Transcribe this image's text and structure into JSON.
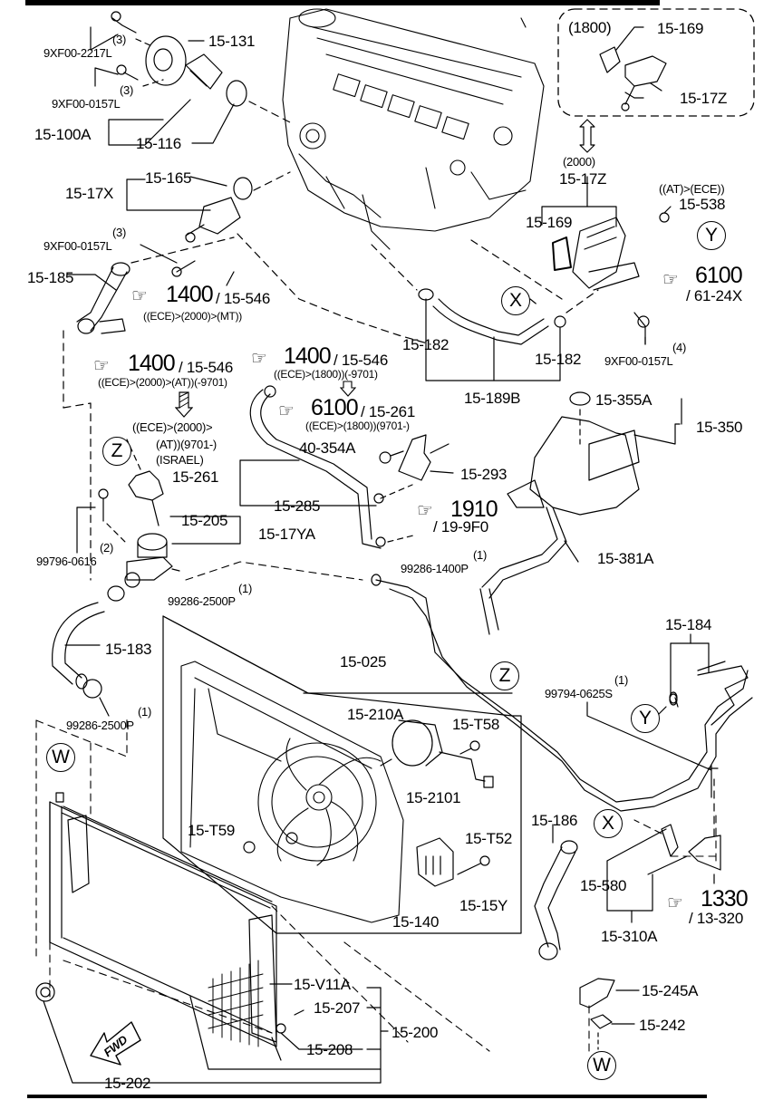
{
  "diagram": {
    "title": "Cooling System Parts Diagram",
    "part_labels": {
      "p9xf00_2217l": "9XF00-2217L",
      "p9xf00_2217l_qty": "(3)",
      "p9xf00_0157l_a": "9XF00-0157L",
      "p9xf00_0157l_a_qty": "(3)",
      "p15_131": "15-131",
      "p15_100a": "15-100A",
      "p15_116": "15-116",
      "p15_17x": "15-17X",
      "p15_165": "15-165",
      "p9xf00_0157l_b": "9XF00-0157L",
      "p9xf00_0157l_b_qty": "(3)",
      "p15_185": "15-185",
      "p1800": "(1800)",
      "p15_169_a": "15-169",
      "p15_17z_a": "15-17Z",
      "p2000": "(2000)",
      "p15_17z_b": "15-17Z",
      "p15_169_b": "15-169",
      "p_at_ece": "((AT)>(ECE))",
      "p15_538": "15-538",
      "p15_182_a": "15-182",
      "p15_182_b": "15-182",
      "p15_189b": "15-189B",
      "p9xf00_0157l_c": "9XF00-0157L",
      "p9xf00_0157l_c_qty": "(4)",
      "p15_355a": "15-355A",
      "p15_350": "15-350",
      "p40_354a": "40-354A",
      "p15_293": "15-293",
      "p15_261": "15-261",
      "p15_285": "15-285",
      "p15_205": "15-205",
      "p15_17ya": "15-17YA",
      "p99796_0616": "99796-0616",
      "p99796_0616_qty": "(2)",
      "p99286_2500p_a": "99286-2500P",
      "p99286_2500p_a_qty": "(1)",
      "p99286_1400p": "99286-1400P",
      "p99286_1400p_qty": "(1)",
      "p15_381a": "15-381A",
      "p15_183": "15-183",
      "p99286_2500p_b": "99286-2500P",
      "p99286_2500p_b_qty": "(1)",
      "p15_025": "15-025",
      "p15_210a": "15-210A",
      "p15_t58": "15-T58",
      "p15_2101": "15-2101",
      "p15_184": "15-184",
      "p99794_0625s": "99794-0625S",
      "p99794_0625s_qty": "(1)",
      "p15_t59": "15-T59",
      "p15_t52": "15-T52",
      "p15_140": "15-140",
      "p15_15y": "15-15Y",
      "p15_186": "15-186",
      "p15_580": "15-580",
      "p15_310a": "15-310A",
      "p15_v11a": "15-V11A",
      "p15_207": "15-207",
      "p15_208": "15-208",
      "p15_200": "15-200",
      "p15_202": "15-202",
      "p15_245a": "15-245A",
      "p15_242": "15-242",
      "fwd": "FWD"
    },
    "references": [
      {
        "id": "ref_a",
        "main": "1400",
        "sub": "/ 15-546",
        "cond": "((ECE)>(2000)>(MT))"
      },
      {
        "id": "ref_b",
        "main": "1400",
        "sub": "/ 15-546",
        "cond": "((ECE)>(2000)>(AT))(-9701)"
      },
      {
        "id": "ref_c",
        "main": "1400",
        "sub": "/ 15-546",
        "cond": "((ECE)>(1800))(-9701)"
      },
      {
        "id": "ref_d",
        "main": "6100",
        "sub": "/ 15-261",
        "cond": "((ECE)>(1800))(9701-)"
      },
      {
        "id": "ref_e",
        "main": "6100",
        "sub": "/ 61-24X",
        "cond": ""
      },
      {
        "id": "ref_f",
        "main": "1910",
        "sub": "/ 19-9F0",
        "cond": ""
      },
      {
        "id": "ref_g",
        "main": "1330",
        "sub": "/ 13-320",
        "cond": ""
      }
    ],
    "conditions": {
      "ece_2000_at_line1": "((ECE)>(2000)>",
      "ece_2000_at_line2": "(AT))(9701-)",
      "israel": "(ISRAEL)"
    },
    "connectors": {
      "x1": "X",
      "x2": "X",
      "y1": "Y",
      "y2": "Y",
      "z1": "Z",
      "z2": "Z",
      "w1": "W",
      "w2": "W"
    },
    "icons": {
      "reference_hand": "☞"
    }
  }
}
